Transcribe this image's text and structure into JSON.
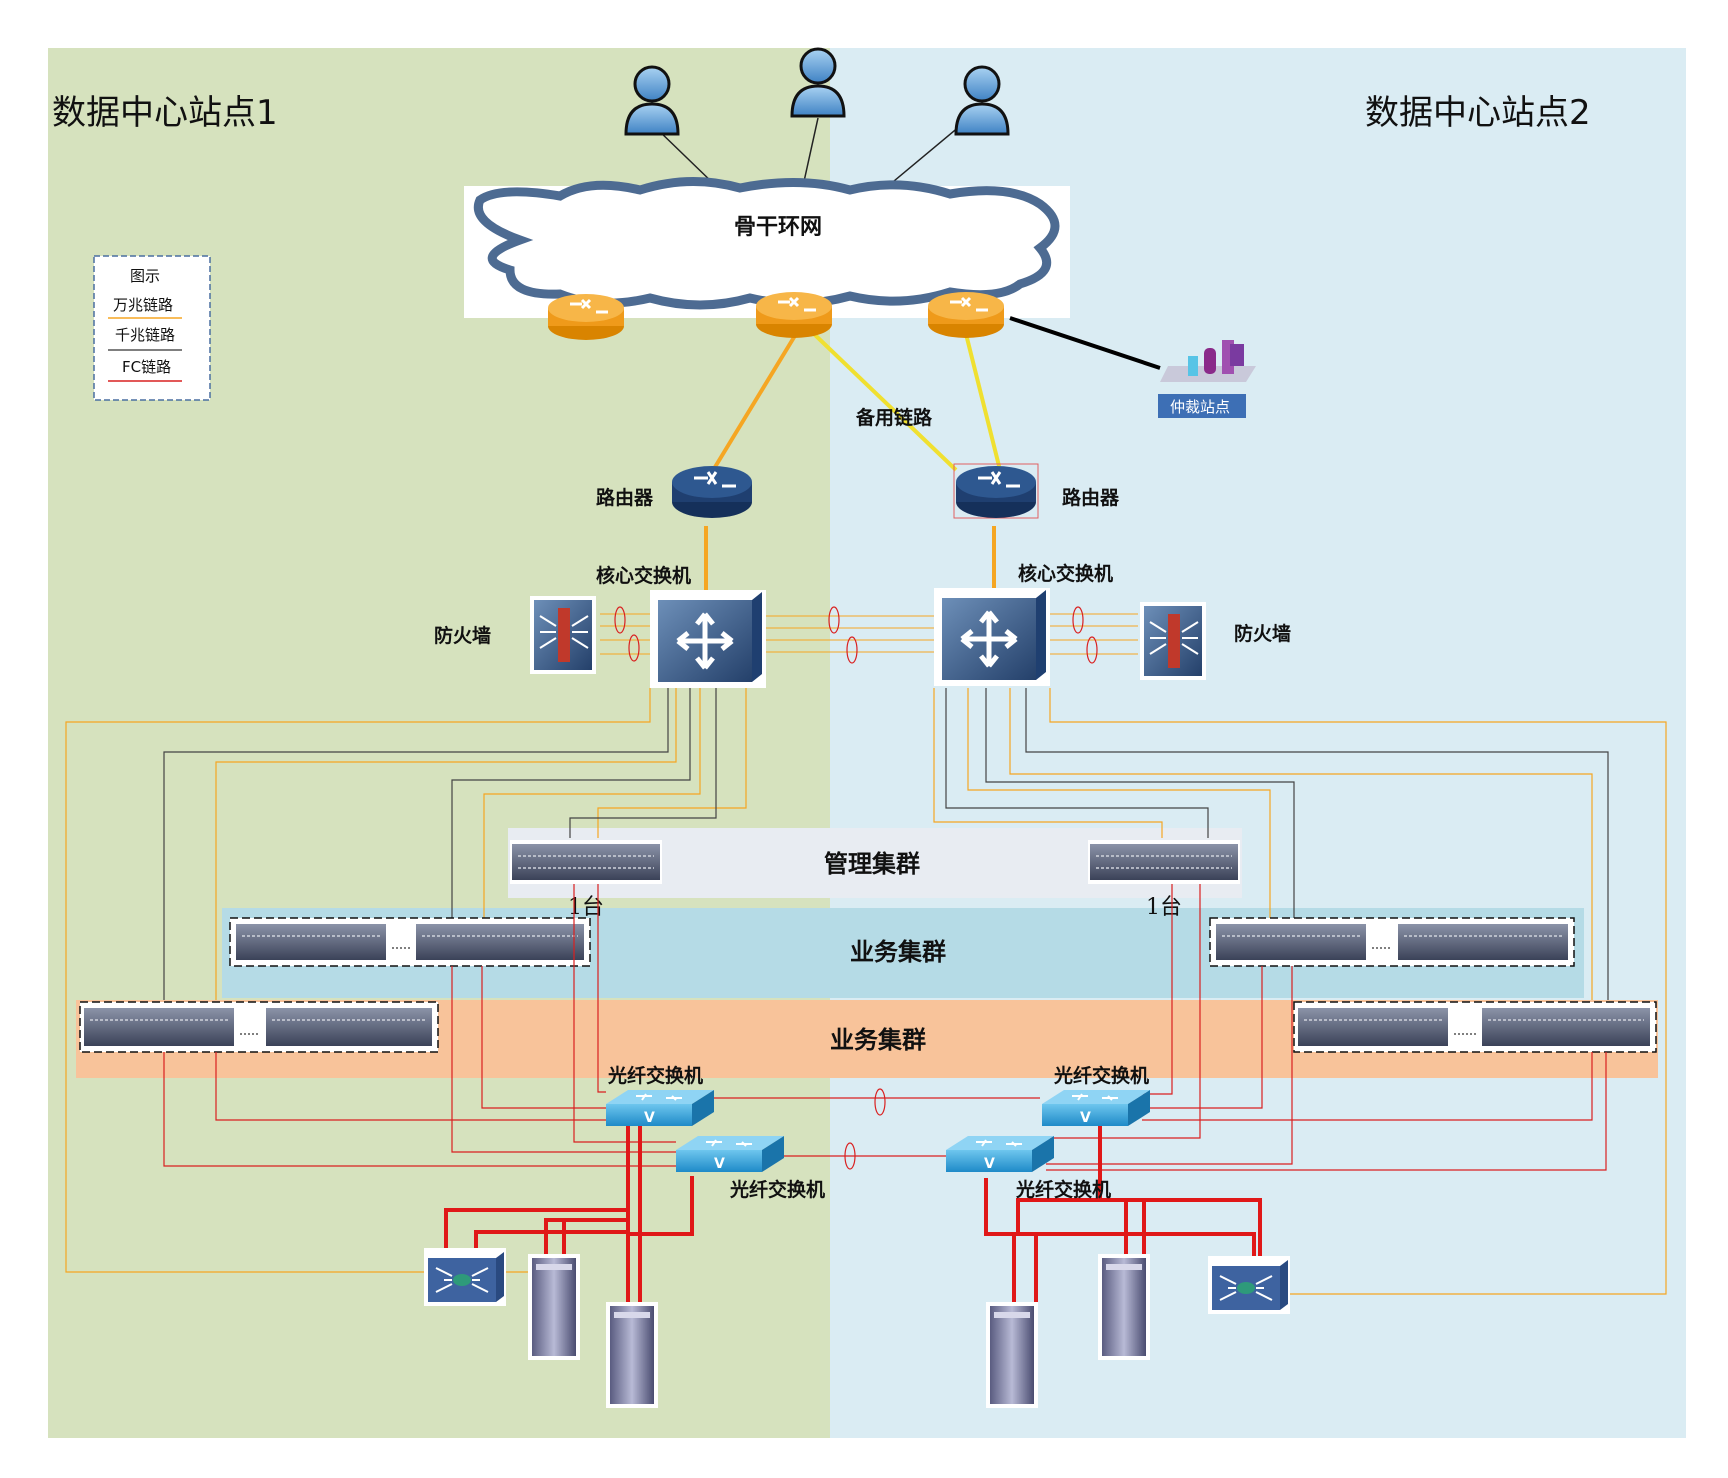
{
  "sites": {
    "site1_title": "数据中心站点1",
    "site2_title": "数据中心站点2"
  },
  "backbone": {
    "label": "骨干环网"
  },
  "legend": {
    "title": "图示",
    "items": [
      {
        "label": "万兆链路",
        "color": "#f5a623"
      },
      {
        "label": "千兆链路",
        "color": "#555555"
      },
      {
        "label": "FC链路",
        "color": "#d92020"
      }
    ]
  },
  "arbitration": {
    "label": "仲裁站点"
  },
  "backup_link": {
    "label": "备用链路"
  },
  "routers": {
    "left_label": "路由器",
    "right_label": "路由器"
  },
  "core_switches": {
    "left_label": "核心交换机",
    "right_label": "核心交换机"
  },
  "firewalls": {
    "left_label": "防火墙",
    "right_label": "防火墙"
  },
  "clusters": {
    "management": "管理集群",
    "business_blue": "业务集群",
    "business_orange": "业务集群",
    "left_count": "1台",
    "right_count": "1台"
  },
  "fiber_switches": {
    "top_left": "光纤交换机",
    "top_right": "光纤交换机",
    "bottom_left": "光纤交换机",
    "bottom_right": "光纤交换机"
  },
  "colors": {
    "site1_bg": "#d6e2be",
    "site2_bg": "#daecf3",
    "mgmt_band": "#e8ecf2",
    "business_blue_band": "#b5dbe6",
    "business_orange_band": "#f8c39a",
    "ten_gig": "#f5a623",
    "gig": "#444444",
    "fc": "#d92020",
    "backup": "#f0e030"
  }
}
